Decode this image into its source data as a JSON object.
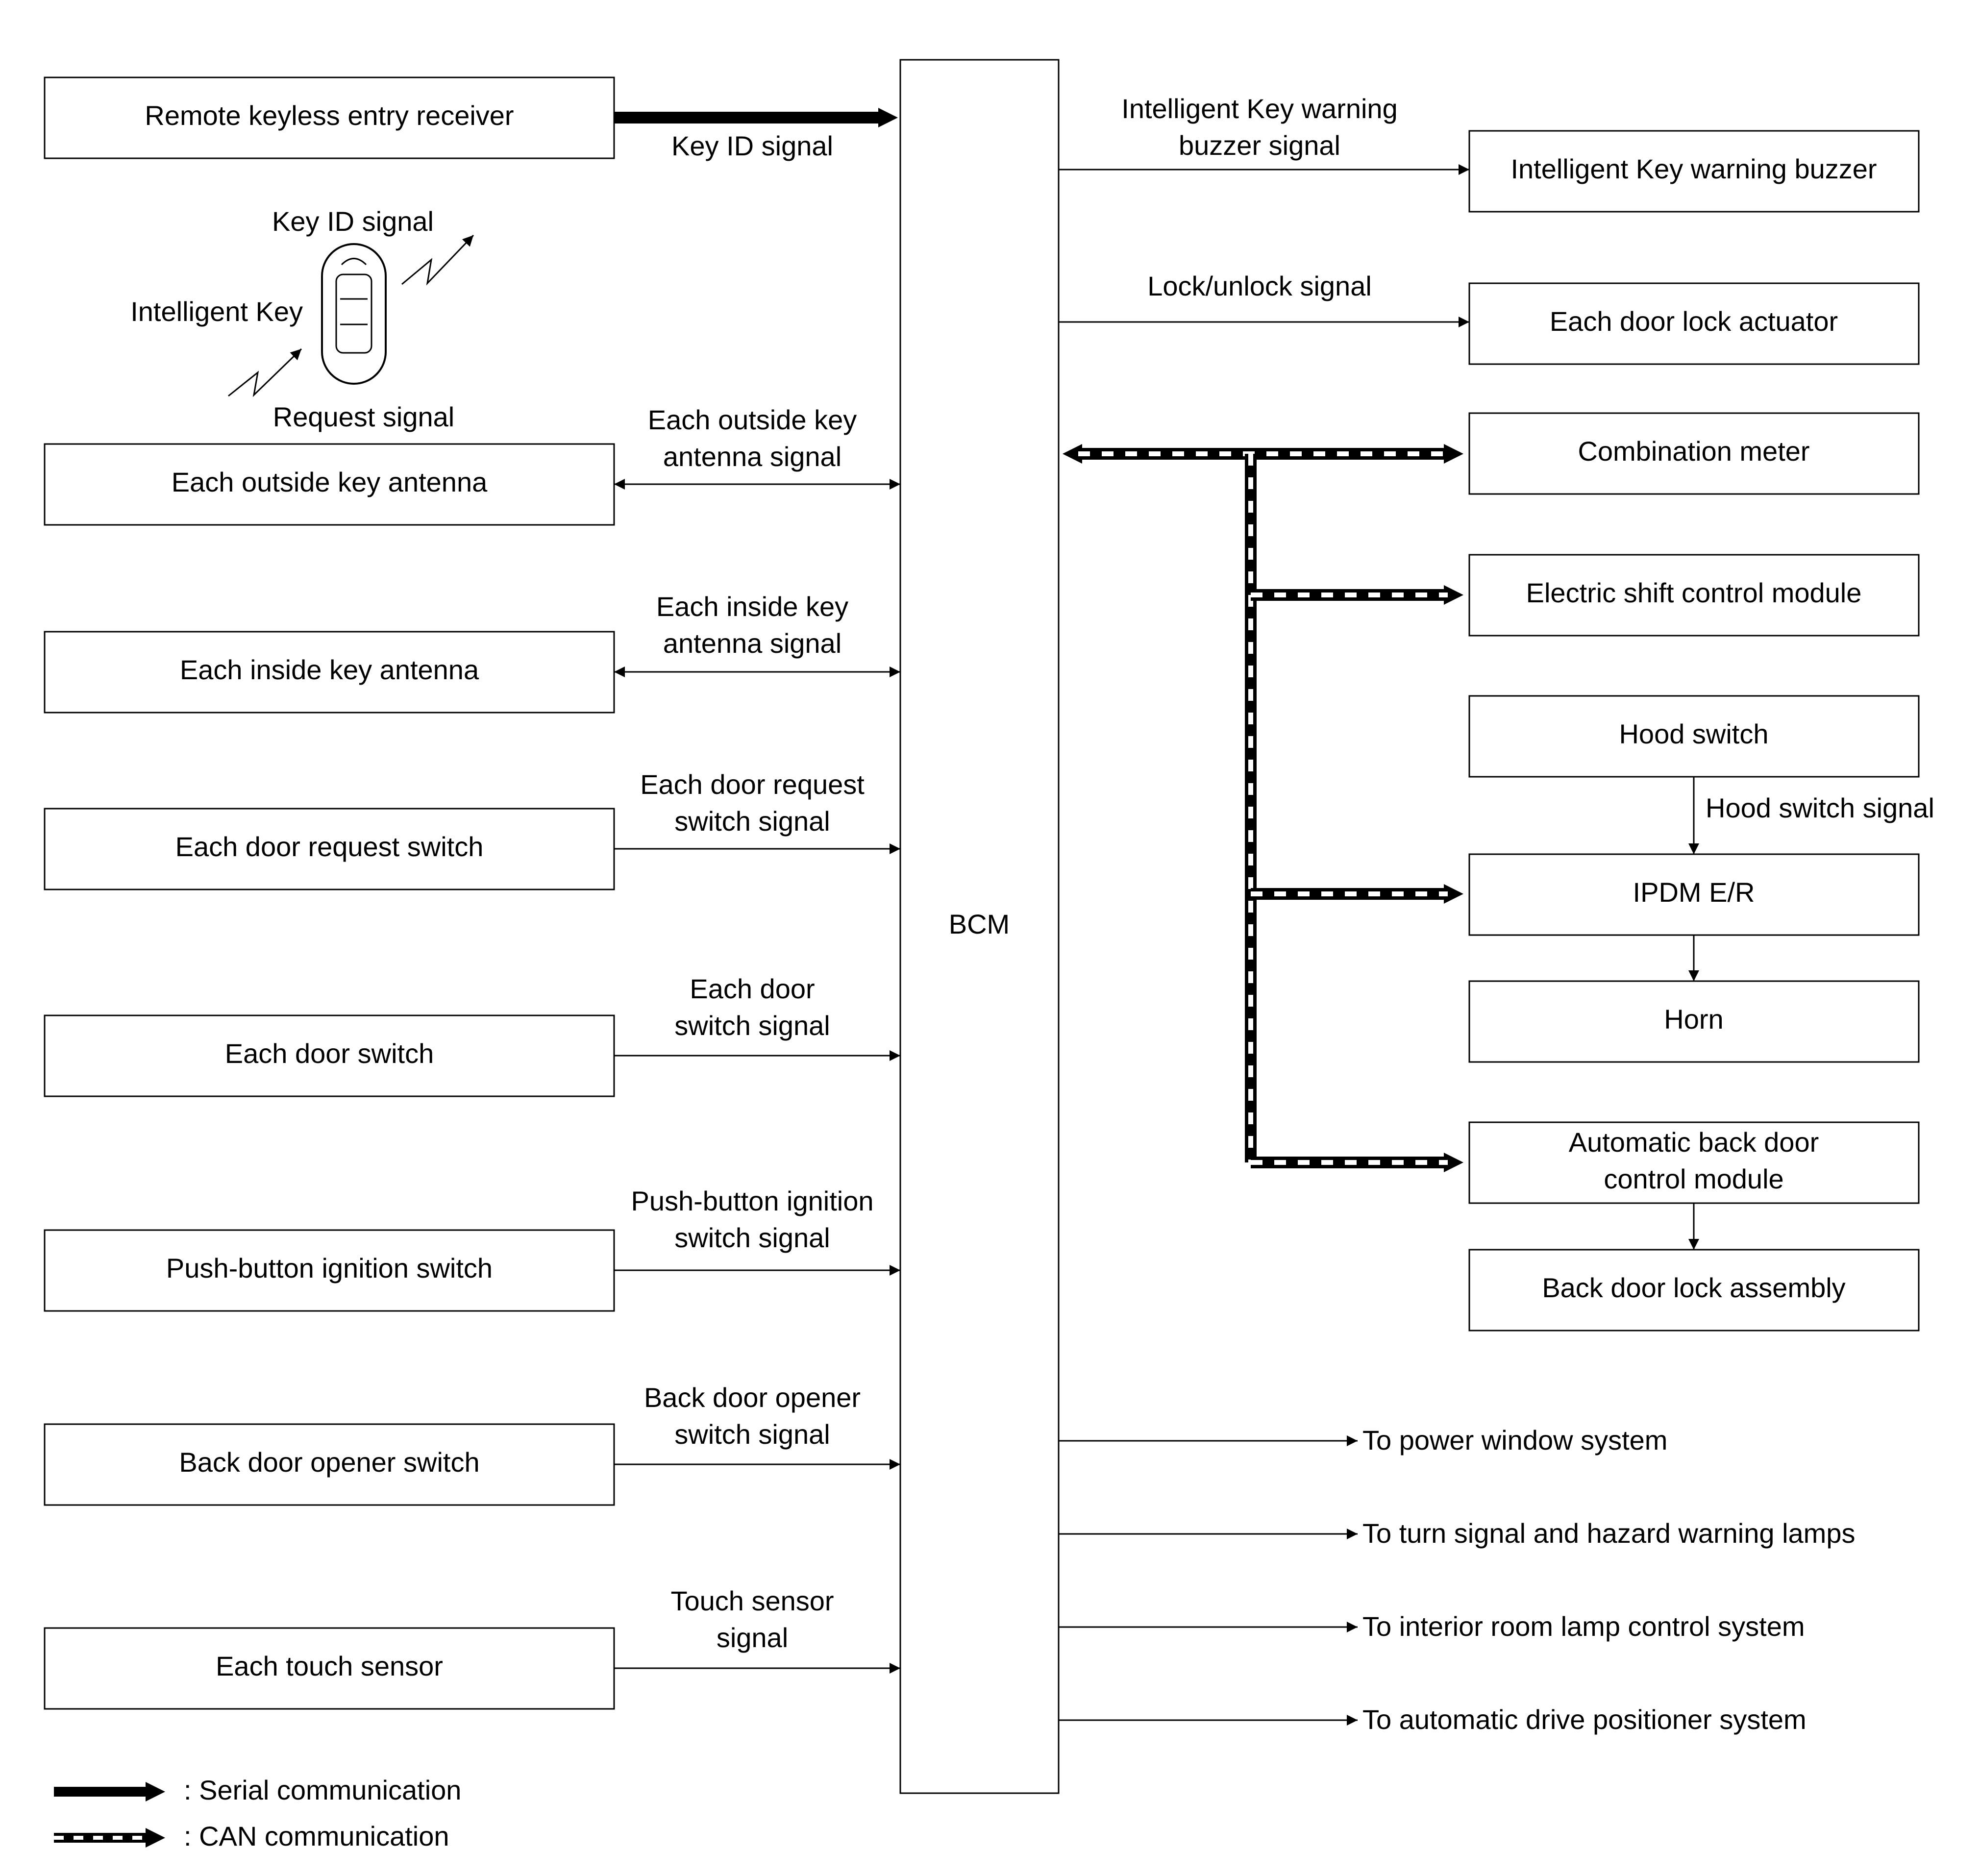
{
  "bcm": {
    "label": "BCM"
  },
  "inputs": [
    {
      "label": "Remote keyless entry receiver",
      "signal": [
        "Key ID signal"
      ]
    },
    {
      "label": "Each outside key antenna",
      "signal": [
        "Each outside key",
        "antenna signal"
      ]
    },
    {
      "label": "Each inside key antenna",
      "signal": [
        "Each inside key",
        "antenna signal"
      ]
    },
    {
      "label": "Each door request switch",
      "signal": [
        "Each door request",
        "switch signal"
      ]
    },
    {
      "label": "Each door switch",
      "signal": [
        "Each door",
        "switch signal"
      ]
    },
    {
      "label": "Push-button ignition switch",
      "signal": [
        "Push-button ignition",
        "switch signal"
      ]
    },
    {
      "label": "Back door opener switch",
      "signal": [
        "Back door opener",
        "switch signal"
      ]
    },
    {
      "label": "Each touch sensor",
      "signal": [
        "Touch sensor",
        "signal"
      ]
    }
  ],
  "intelligent_key": {
    "label": "Intelligent Key",
    "key_id_signal": "Key ID signal",
    "request_signal": "Request signal"
  },
  "outputs": {
    "buzzer": {
      "signal": [
        "Intelligent Key warning",
        "buzzer signal"
      ],
      "label": "Intelligent Key warning buzzer"
    },
    "door_lock": {
      "signal": "Lock/unlock signal",
      "label": "Each door lock actuator"
    },
    "combination_meter": {
      "label": "Combination meter"
    },
    "electric_shift": {
      "label": "Electric shift control module"
    },
    "hood_switch": {
      "label": "Hood switch",
      "signal": "Hood switch signal"
    },
    "ipdm": {
      "label": "IPDM E/R"
    },
    "horn": {
      "label": "Horn"
    },
    "auto_back_door": {
      "label": [
        "Automatic back door",
        "control module"
      ]
    },
    "back_door_lock": {
      "label": "Back door lock assembly"
    }
  },
  "to_systems": [
    "To power window system",
    "To turn signal and hazard warning lamps",
    "To interior room lamp control system",
    "To automatic drive positioner system"
  ],
  "legend": {
    "serial": ": Serial communication",
    "can": ": CAN communication"
  }
}
